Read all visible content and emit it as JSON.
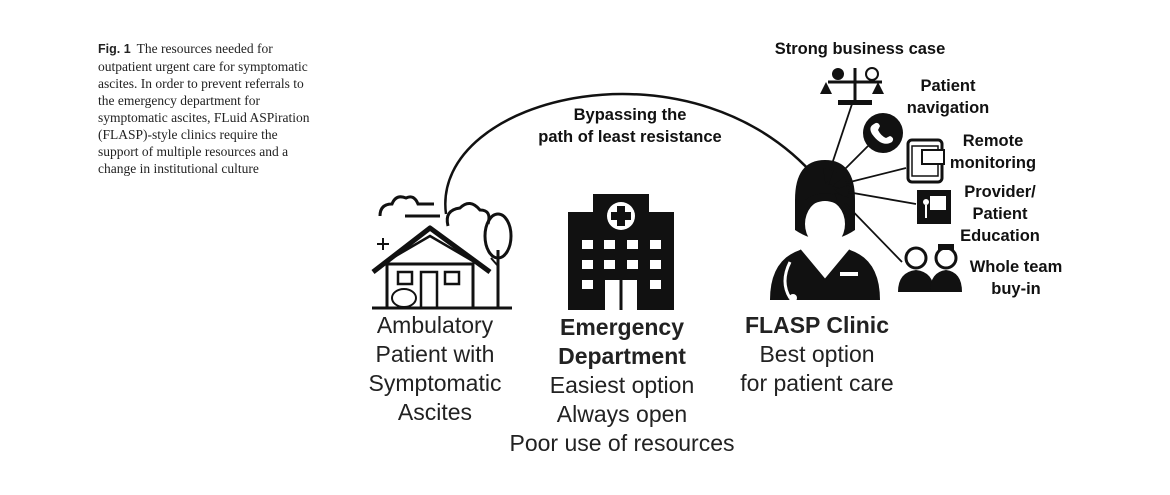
{
  "caption": {
    "label": "Fig. 1",
    "text": "The resources needed for outpatient urgent care for symptomatic ascites. In order to prevent referrals to the emergency department for symptomatic ascites, FLuid ASPiration (FLASP)-style clinics require the support of multiple resources and a change in institutional culture"
  },
  "arc_label": {
    "line1": "Bypassing the",
    "line2": "path of least resistance"
  },
  "patient": {
    "line1": "Ambulatory",
    "line2": "Patient with",
    "line3": "Symptomatic",
    "line4": "Ascites"
  },
  "emergency": {
    "title1": "Emergency",
    "title2": "Department",
    "line1": "Easiest option",
    "line2": "Always open",
    "line3": "Poor use of resources"
  },
  "clinic": {
    "title": "FLASP Clinic",
    "line1": "Best option",
    "line2": "for patient care"
  },
  "resources": {
    "business": "Strong business case",
    "navigation1": "Patient",
    "navigation2": "navigation",
    "remote1": "Remote",
    "remote2": "monitoring",
    "education1": "Provider/",
    "education2": "Patient",
    "education3": "Education",
    "team1": "Whole team",
    "team2": "buy-in"
  }
}
